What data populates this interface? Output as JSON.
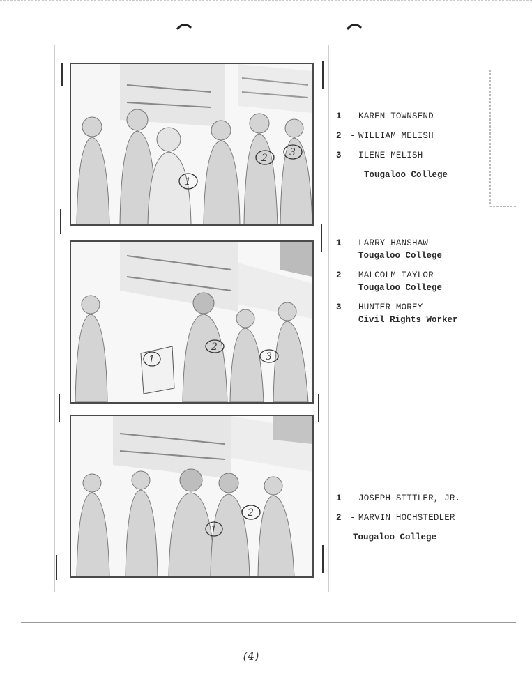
{
  "photos": [
    {
      "marks": [
        "1",
        "2",
        "3"
      ],
      "captions": [
        {
          "num": "1",
          "name": "KAREN TOWNSEND",
          "affiliation": ""
        },
        {
          "num": "2",
          "name": "WILLIAM MELISH",
          "affiliation": ""
        },
        {
          "num": "3",
          "name": "ILENE MELISH",
          "affiliation": ""
        }
      ],
      "group_affiliation": "Tougaloo College"
    },
    {
      "marks": [
        "1",
        "2",
        "3"
      ],
      "captions": [
        {
          "num": "1",
          "name": "LARRY HANSHAW",
          "affiliation": "Tougaloo College"
        },
        {
          "num": "2",
          "name": "MALCOLM TAYLOR",
          "affiliation": "Tougaloo College"
        },
        {
          "num": "3",
          "name": "HUNTER MOREY",
          "affiliation": "Civil Rights Worker"
        }
      ]
    },
    {
      "marks": [
        "1",
        "2"
      ],
      "captions": [
        {
          "num": "1",
          "name": "JOSEPH SITTLER, JR.",
          "affiliation": ""
        },
        {
          "num": "2",
          "name": "MARVIN HOCHSTEDLER",
          "affiliation": ""
        }
      ],
      "group_affiliation": "Tougaloo College"
    }
  ],
  "caption_dash": "-",
  "page_number": "(4)"
}
